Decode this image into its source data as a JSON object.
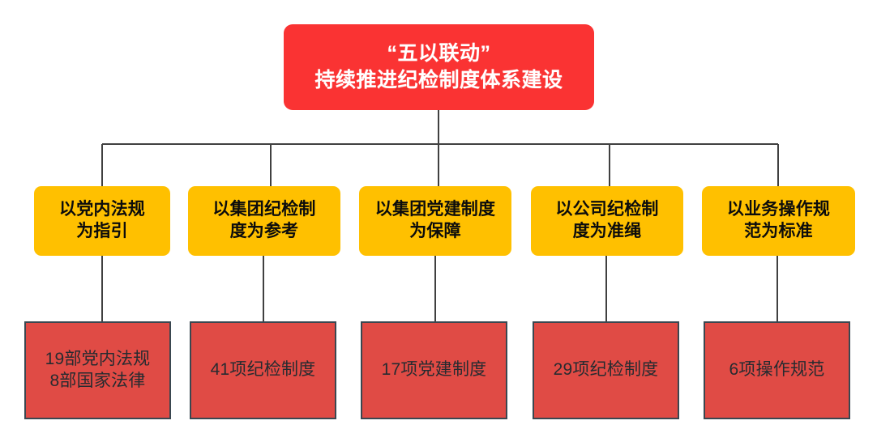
{
  "diagram": {
    "type": "organizational-hierarchy",
    "title": {
      "line1": "“五以联动”",
      "line2": "持续推进纪检制度体系建设",
      "text": "“五以联动”\n持续推进纪检制度体系建设",
      "fill_color": "#FA3333",
      "text_color": "#FFFFFF"
    },
    "pillars": [
      {
        "id": "pillar-1",
        "label": "以党内法规\n为指引",
        "count_label": "19部党内法规\n8部国家法律",
        "fill_color": "#FFC000",
        "count_fill_color": "#E04B45"
      },
      {
        "id": "pillar-2",
        "label": "以集团纪检制\n度为参考",
        "count_label": "41项纪检制度",
        "fill_color": "#FFC000",
        "count_fill_color": "#E04B45"
      },
      {
        "id": "pillar-3",
        "label": "以集团党建制度\n为保障",
        "count_label": "17项党建制度",
        "fill_color": "#FFC000",
        "count_fill_color": "#E04B45"
      },
      {
        "id": "pillar-4",
        "label": "以公司纪检制\n度为准绳",
        "count_label": "29项纪检制度",
        "fill_color": "#FFC000",
        "count_fill_color": "#E04B45"
      },
      {
        "id": "pillar-5",
        "label": "以业务操作规\n范为标准",
        "count_label": "6项操作规范",
        "fill_color": "#FFC000",
        "count_fill_color": "#E04B45"
      }
    ],
    "connector_color": "#404040",
    "background_color": "#FFFFFF"
  }
}
